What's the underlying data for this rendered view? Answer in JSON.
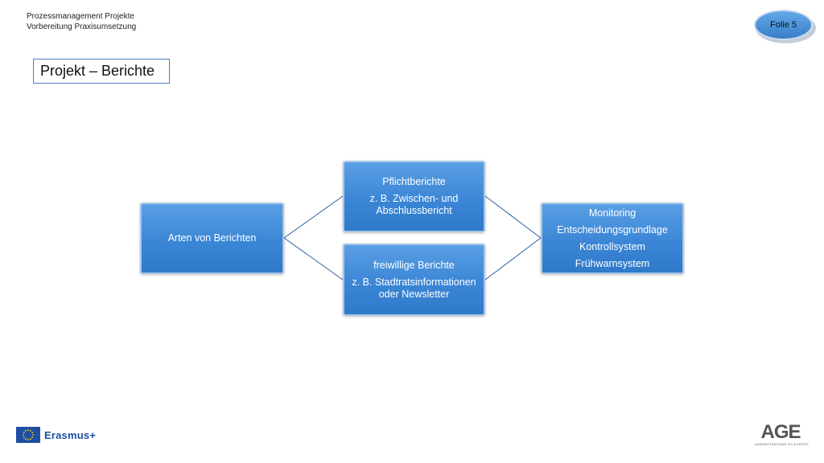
{
  "header": {
    "line1": "Prozessmanagement Projekte",
    "line2": "Vorbereitung Praxisumsetzung"
  },
  "slide_badge": "Folie 5",
  "title": "Projekt – Berichte",
  "diagram": {
    "root": "Arten von Berichten",
    "pflicht": {
      "title": "Pflichtberichte",
      "detail_line1": "z. B. Zwischen- und",
      "detail_line2": "Abschlussbericht"
    },
    "freiwillig": {
      "title": "freiwillige Berichte",
      "detail_line1": "z. B. Stadtratsinformationen",
      "detail_line2": "oder Newsletter"
    },
    "purposes": [
      "Monitoring",
      "Entscheidungsgrundlage",
      "Kontrollsystem",
      "Frühwarnsystem"
    ]
  },
  "footer": {
    "erasmus": "Erasmus+",
    "age_logo": "AGE",
    "age_subtitle": "ADMINISTRATIONS GO EUROPE"
  },
  "colors": {
    "node_blue": "#3b86d6",
    "connector": "#2f5f9f",
    "title_border": "#4a7ec2"
  }
}
